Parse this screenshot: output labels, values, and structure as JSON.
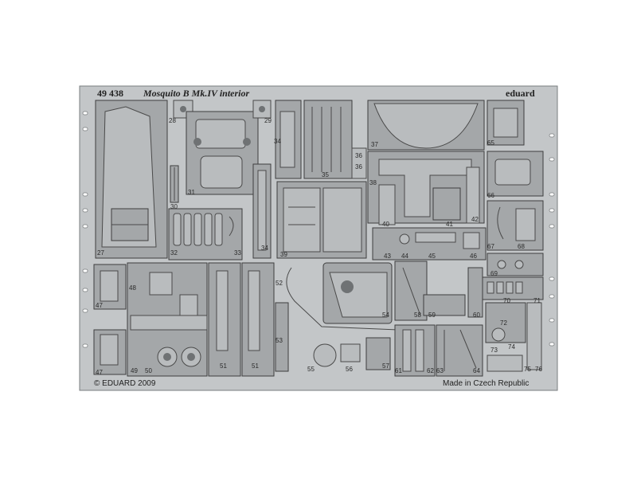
{
  "header": {
    "catalog_number": "49 438",
    "title": "Mosquito B Mk.IV interior",
    "brand": "eduard"
  },
  "footer": {
    "copyright": "© EDUARD 2009",
    "origin": "Made in Czech Republic"
  },
  "part_numbers": [
    "27",
    "28",
    "29",
    "30",
    "31",
    "32",
    "33",
    "34",
    "34",
    "35",
    "36",
    "36",
    "37",
    "38",
    "39",
    "40",
    "41",
    "42",
    "43",
    "44",
    "45",
    "46",
    "47",
    "47",
    "48",
    "49",
    "50",
    "51",
    "51",
    "52",
    "53",
    "54",
    "55",
    "56",
    "57",
    "58",
    "59",
    "60",
    "61",
    "62",
    "63",
    "64",
    "65",
    "66",
    "67",
    "68",
    "69",
    "70",
    "71",
    "72",
    "73",
    "74",
    "75",
    "76"
  ],
  "colors": {
    "fret": "#c3c6c8",
    "part": "#b9bcbe",
    "outline": "#4a4a4a",
    "background": "#ffffff"
  }
}
